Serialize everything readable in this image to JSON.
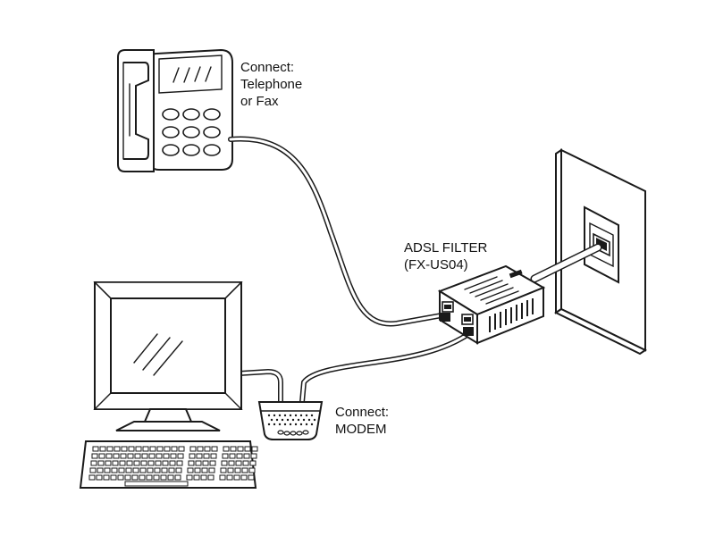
{
  "labels": {
    "phone": {
      "line1": "Connect:",
      "line2": "Telephone",
      "line3": "or Fax"
    },
    "filter": {
      "line1": "ADSL FILTER",
      "line2": "(FX-US04)"
    },
    "modem": {
      "line1": "Connect:",
      "line2": "MODEM"
    }
  },
  "colors": {
    "line": "#1a1a1a",
    "fill": "#ffffff",
    "screen_grey": "#d9d9d9"
  }
}
